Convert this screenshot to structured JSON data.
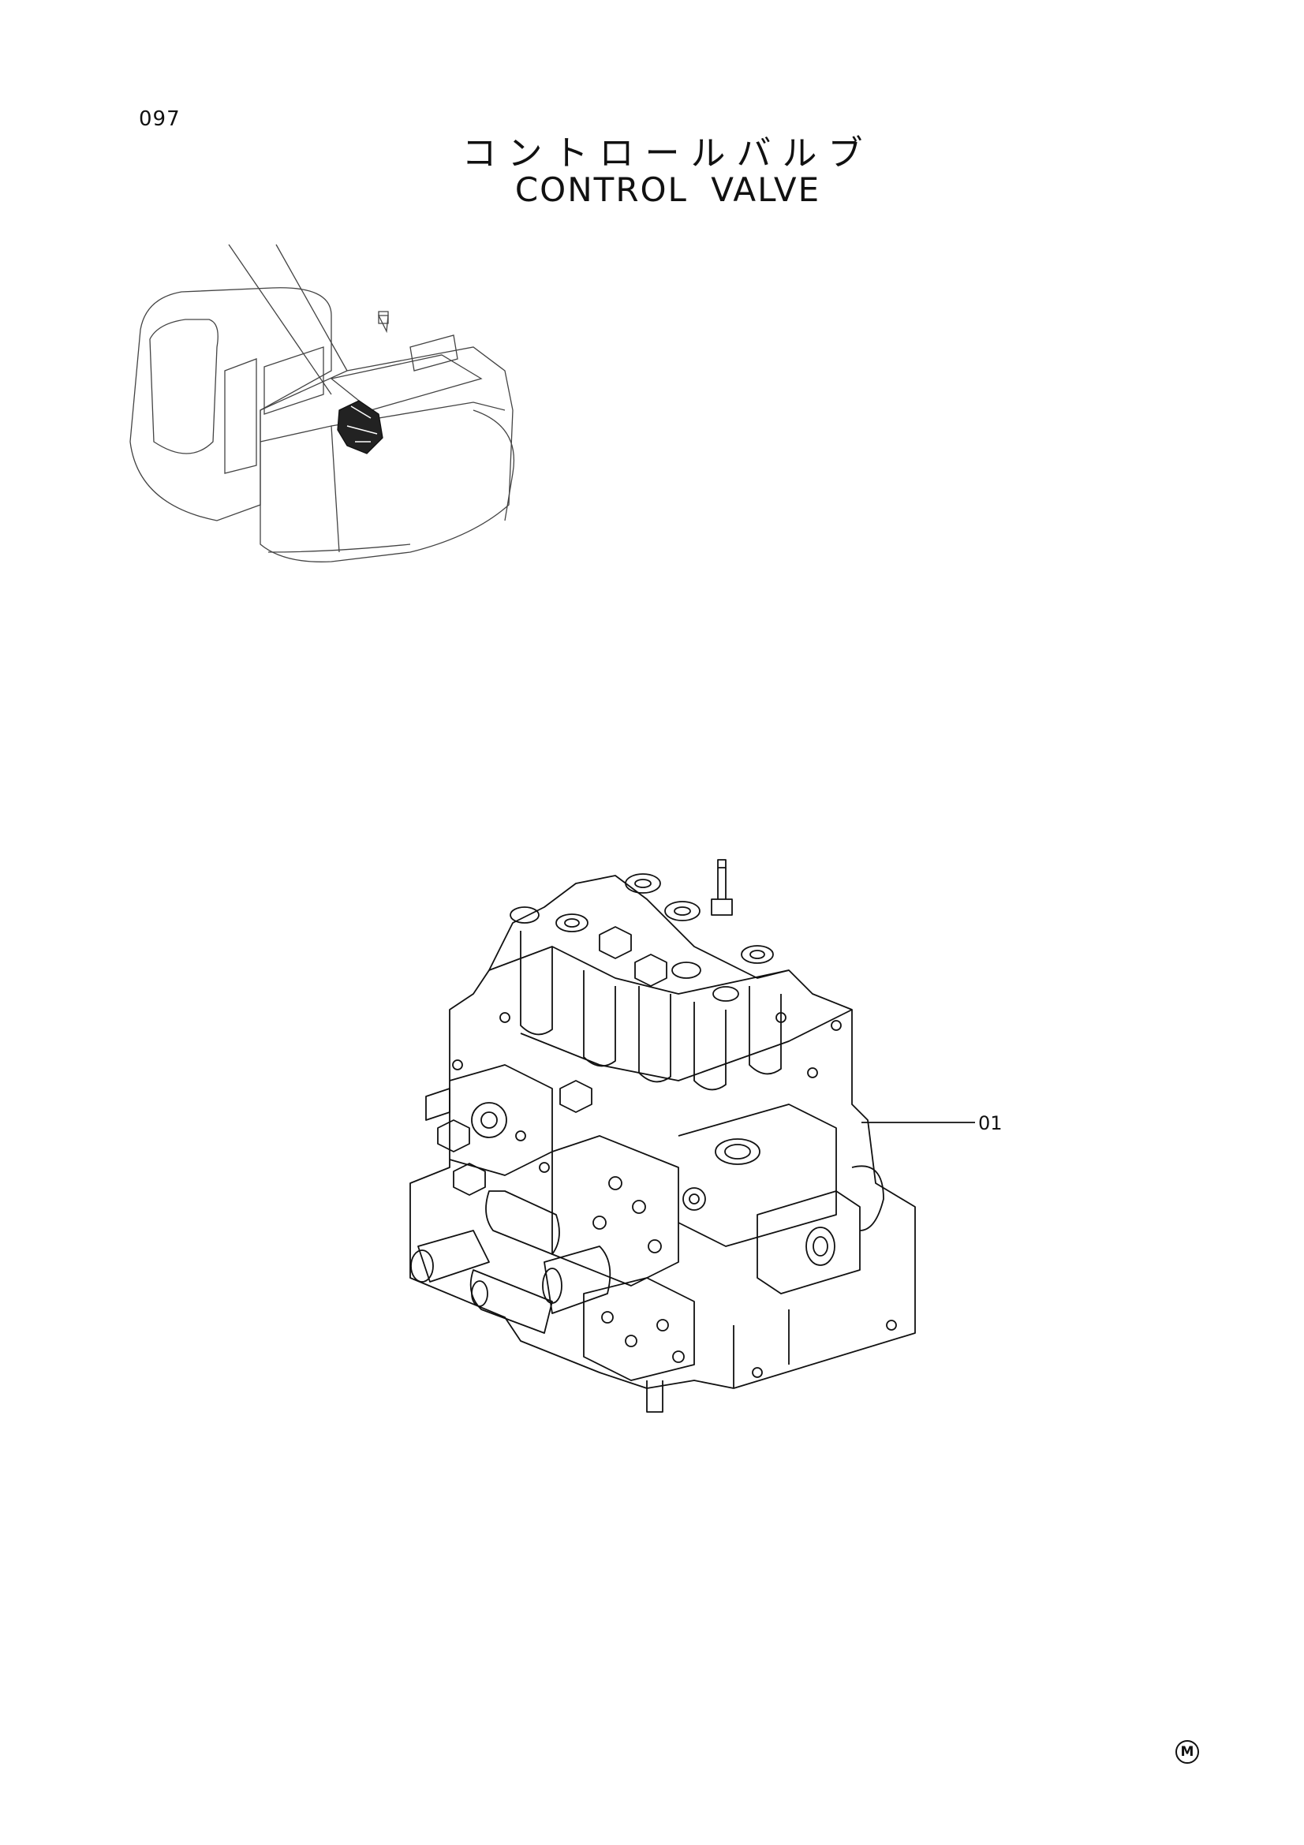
{
  "page": {
    "number": "097",
    "title_jp": "コントロールバルブ",
    "title_en": "CONTROL VALVE"
  },
  "callouts": [
    {
      "label": "01"
    }
  ],
  "footer": {
    "mark": "M"
  },
  "colors": {
    "line": "#111111",
    "light_line": "#444444",
    "background": "#ffffff"
  }
}
